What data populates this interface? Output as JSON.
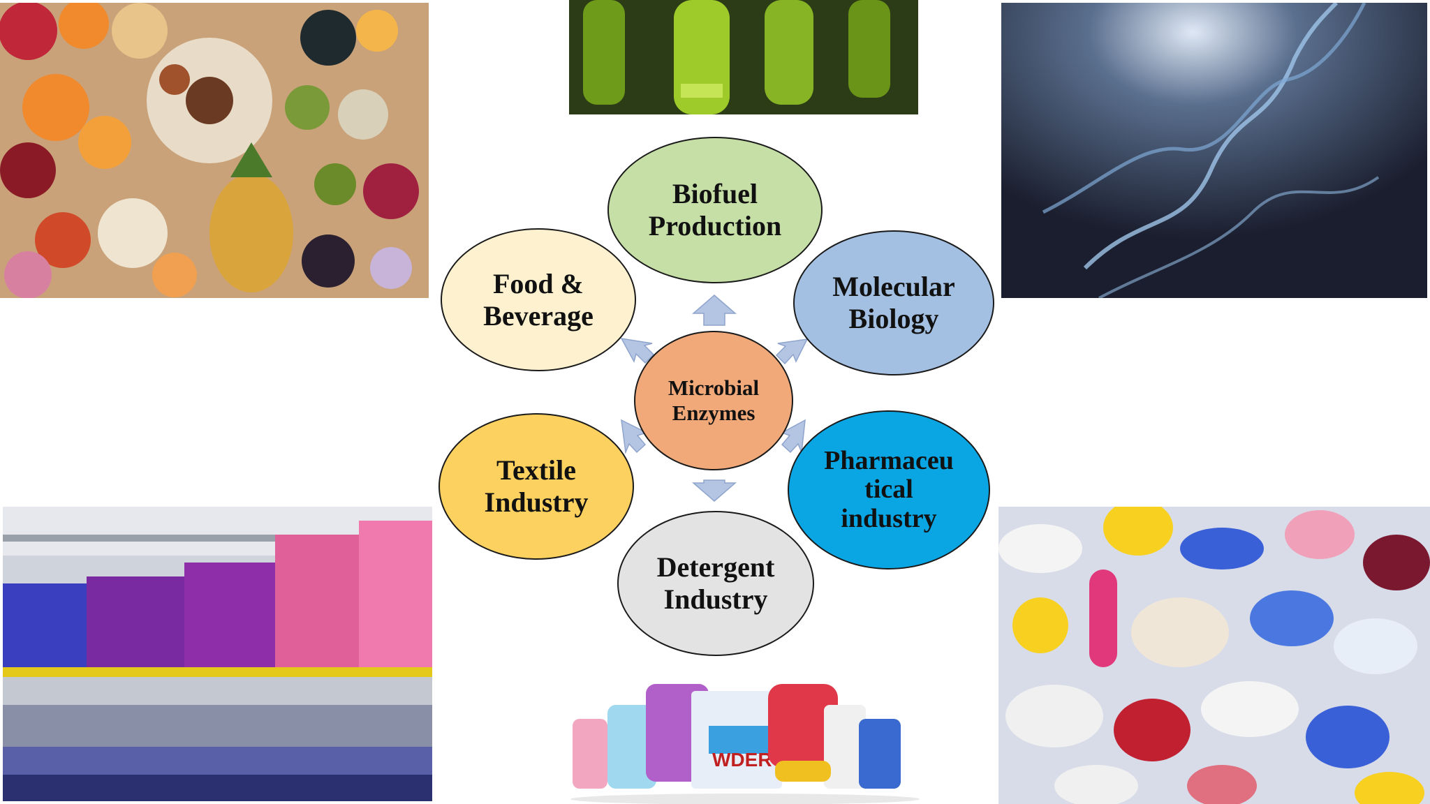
{
  "diagram": {
    "center": "Microbial\nEnzymes",
    "nodes": {
      "biofuel": "Biofuel\nProduction",
      "food": "Food &\nBeverage",
      "molecular": "Molecular\nBiology",
      "textile": "Textile\nIndustry",
      "pharma": "Pharmaceu\ntical\nindustry",
      "detergent": "Detergent\nIndustry"
    }
  },
  "detergent_photo": {
    "powder_label": "WDER"
  },
  "colors": {
    "center": "#f1a97a",
    "biofuel": "#c5dfa6",
    "food": "#fdf1cf",
    "molecular": "#a3c0e2",
    "textile": "#fcd160",
    "pharma": "#0aa6e4",
    "detergent": "#e3e3e3",
    "arrow": "#b4c5e4"
  }
}
